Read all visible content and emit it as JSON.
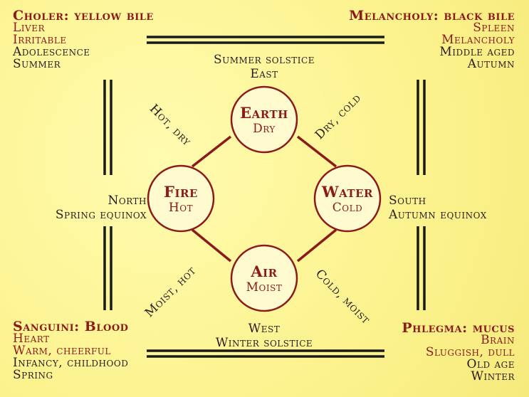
{
  "corners": {
    "top_left": {
      "title": "Choler: yellow bile",
      "lines": [
        "Liver",
        "Irritable",
        "Adolescence",
        "Summer"
      ]
    },
    "top_right": {
      "title": "Melancholy: black bile",
      "lines": [
        "Spleen",
        "Melancholy",
        "Middle aged",
        "Autumn"
      ]
    },
    "bottom_left": {
      "title": "Sanguini: Blood",
      "lines": [
        "Heart",
        "Warm, cheerful",
        "Infancy, childhood",
        "Spring"
      ]
    },
    "bottom_right": {
      "title": "Phlegma: mucus",
      "lines": [
        "Brain",
        "Sluggish, dull",
        "Old age",
        "Winter"
      ]
    }
  },
  "elements": {
    "earth": {
      "name": "Earth",
      "quality": "Dry"
    },
    "fire": {
      "name": "Fire",
      "quality": "Hot"
    },
    "water": {
      "name": "Water",
      "quality": "Cold"
    },
    "air": {
      "name": "Air",
      "quality": "Moist"
    }
  },
  "edges": {
    "fire_earth": "Hot, dry",
    "earth_water": "Dry, cold",
    "fire_air": "Moist, hot",
    "air_water": "Cold, moist"
  },
  "directions": {
    "top": {
      "season": "Summer solstice",
      "direction": "East"
    },
    "left": {
      "direction": "North",
      "season": "Spring equinox"
    },
    "right": {
      "direction": "South",
      "season": "Autumn equinox"
    },
    "bottom": {
      "direction": "West",
      "season": "Winter solstice"
    }
  },
  "colors": {
    "background": "#fdf69a",
    "accent": "#8b1a1a",
    "line": "#1a1a1a"
  }
}
